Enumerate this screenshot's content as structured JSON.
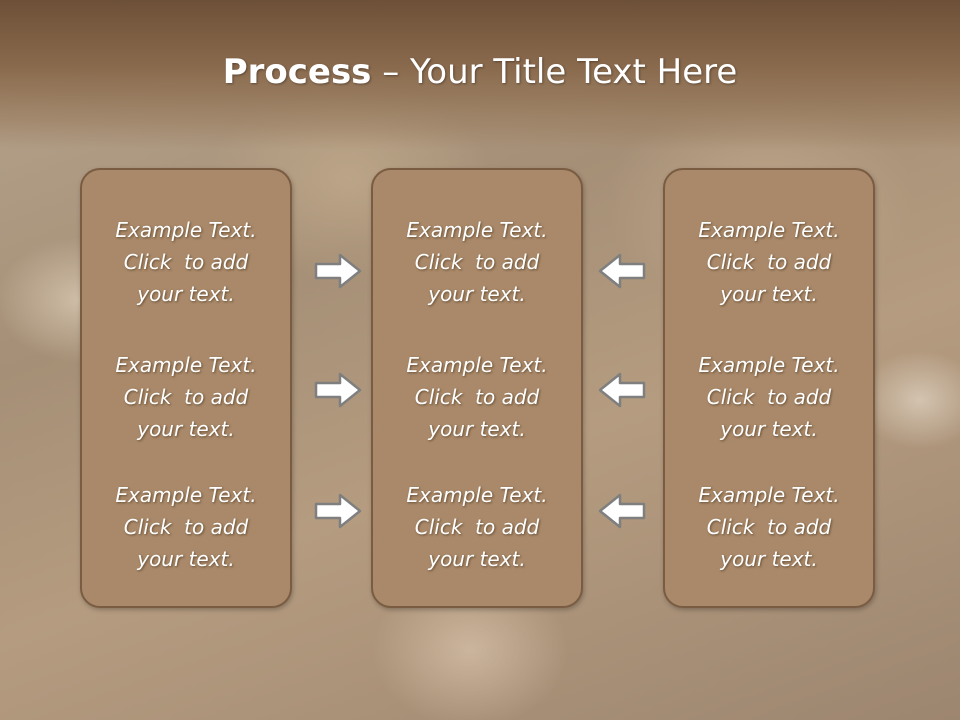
{
  "title": {
    "bold": "Process",
    "rest": " – Your Title Text Here"
  },
  "panels": {
    "left": [
      [
        "Example Text.",
        "Click  to add",
        "your text."
      ],
      [
        "Example Text.",
        "Click  to add",
        "your text."
      ],
      [
        "Example Text.",
        "Click  to add",
        "your text."
      ]
    ],
    "center": [
      [
        "Example Text.",
        "Click  to add",
        "your text."
      ],
      [
        "Example Text.",
        "Click  to add",
        "your text."
      ],
      [
        "Example Text.",
        "Click  to add",
        "your text."
      ]
    ],
    "right": [
      [
        "Example Text.",
        "Click  to add",
        "your text."
      ],
      [
        "Example Text.",
        "Click  to add",
        "your text."
      ],
      [
        "Example Text.",
        "Click  to add",
        "your text."
      ]
    ]
  },
  "arrows": {
    "left_to_center": [
      "right-arrow-icon",
      "right-arrow-icon",
      "right-arrow-icon"
    ],
    "right_to_center": [
      "left-arrow-icon",
      "left-arrow-icon",
      "left-arrow-icon"
    ]
  },
  "colors": {
    "title_bar": "#6d5038",
    "panel_fill": "#a98969",
    "panel_border": "#7a5c42",
    "arrow_fill": "#ffffff",
    "arrow_stroke": "#7f7f7f",
    "text": "#ffffff"
  }
}
